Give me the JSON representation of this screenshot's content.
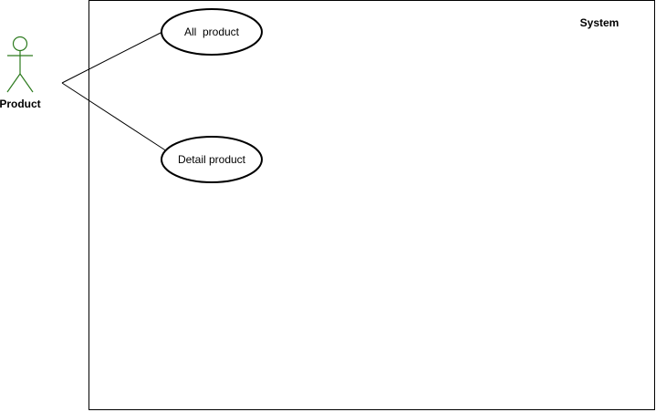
{
  "system": {
    "label": "System"
  },
  "actor": {
    "label": "Product",
    "color": "#2d7b1f"
  },
  "use_cases": [
    {
      "id": "all-product",
      "label": "All  product"
    },
    {
      "id": "detail-product",
      "label": "Detail product"
    }
  ],
  "colors": {
    "stroke": "#000000",
    "background": "#ffffff"
  }
}
